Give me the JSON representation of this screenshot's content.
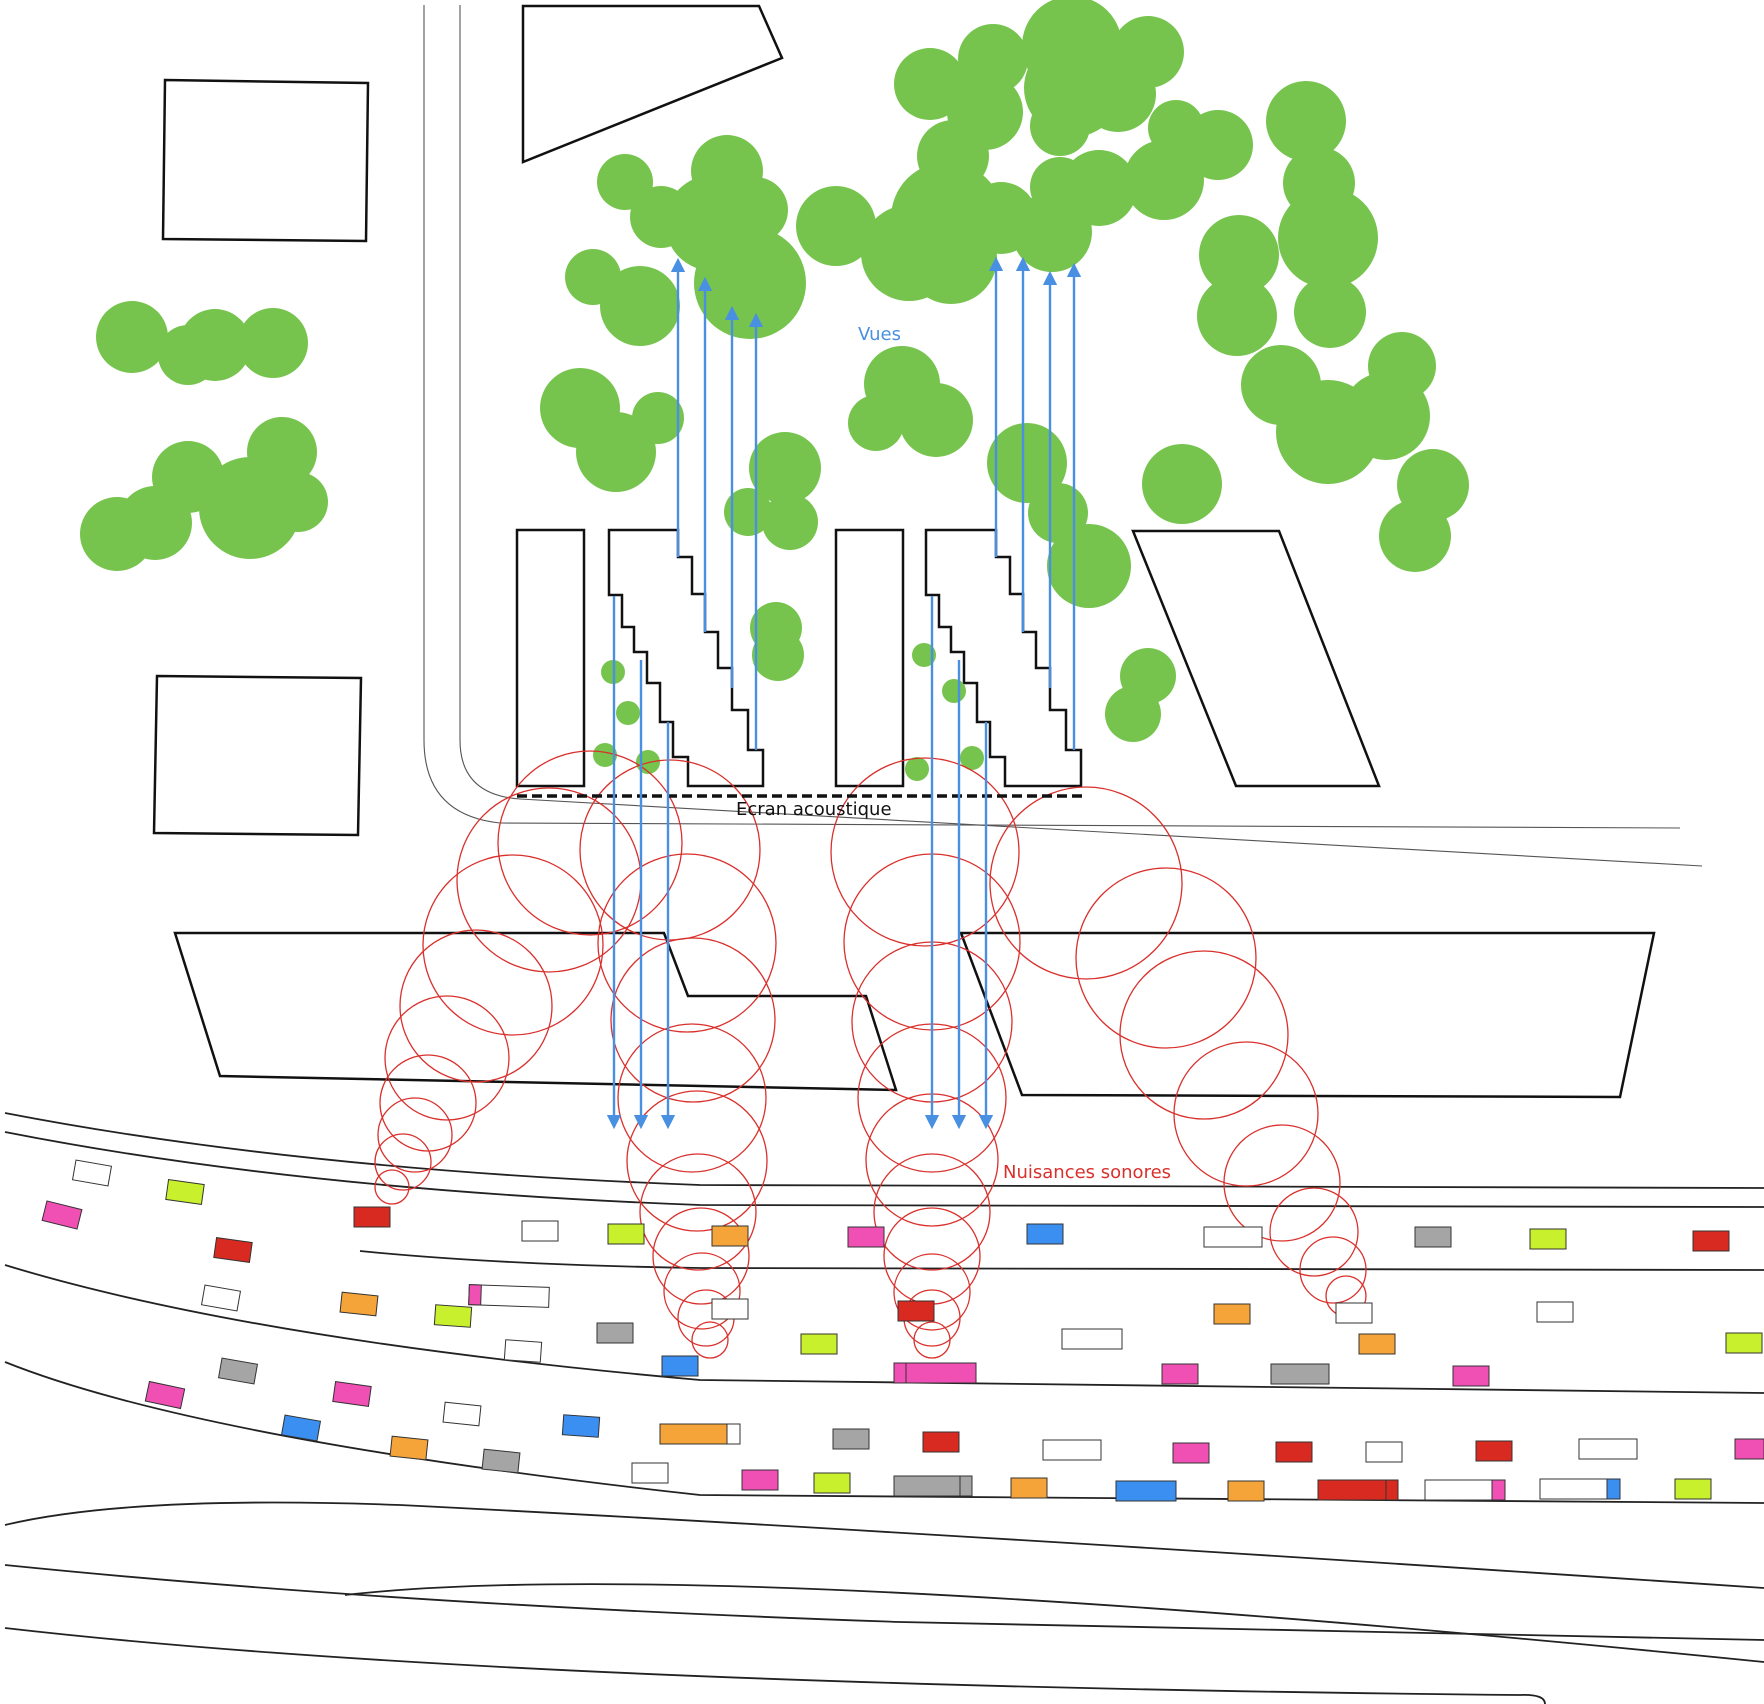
{
  "labels": {
    "views": "Vues",
    "screen": "Ecran acoustique",
    "noise": "Nuisances sonores"
  },
  "colors": {
    "tree": "#76c44e",
    "views": "#4a90e2",
    "noise": "#d9302c",
    "screen": "#111111",
    "car_palette": [
      "#ffffff",
      "#c8f02c",
      "#f04fb4",
      "#d92a22",
      "#f5a43a",
      "#3a8ff0",
      "#a5a5a5"
    ]
  }
}
